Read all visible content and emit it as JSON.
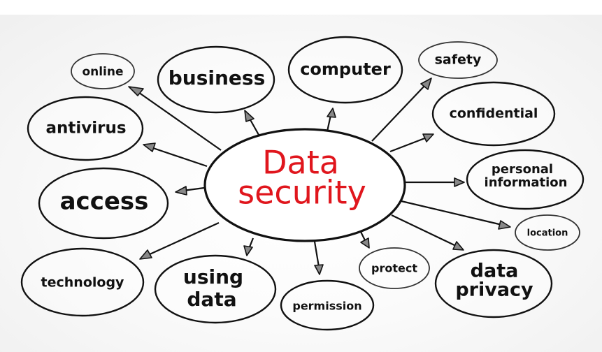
{
  "diagram": {
    "type": "mind-map",
    "colors": {
      "center_text": "#e0161d",
      "node_text": "#111111",
      "outline": "#111111",
      "background": "#f4f4f4"
    },
    "center": {
      "line1": "Data",
      "line2": "security"
    },
    "nodes": {
      "online": {
        "label": "online"
      },
      "business": {
        "label": "business"
      },
      "computer": {
        "label": "computer"
      },
      "safety": {
        "label": "safety"
      },
      "antivirus": {
        "label": "antivirus"
      },
      "confidential": {
        "label": "confidential"
      },
      "access": {
        "label": "access"
      },
      "personal_information": {
        "line1": "personal",
        "line2": "information"
      },
      "location": {
        "label": "location"
      },
      "technology": {
        "label": "technology"
      },
      "using_data": {
        "line1": "using",
        "line2": "data"
      },
      "permission": {
        "label": "permission"
      },
      "protect": {
        "label": "protect"
      },
      "data_privacy": {
        "line1": "data",
        "line2": "privacy"
      }
    },
    "edges": [
      {
        "from": "center",
        "to": "online"
      },
      {
        "from": "center",
        "to": "business"
      },
      {
        "from": "center",
        "to": "computer"
      },
      {
        "from": "center",
        "to": "safety"
      },
      {
        "from": "center",
        "to": "antivirus"
      },
      {
        "from": "center",
        "to": "confidential"
      },
      {
        "from": "center",
        "to": "access"
      },
      {
        "from": "center",
        "to": "personal_information"
      },
      {
        "from": "center",
        "to": "location"
      },
      {
        "from": "center",
        "to": "technology"
      },
      {
        "from": "center",
        "to": "using_data"
      },
      {
        "from": "center",
        "to": "permission"
      },
      {
        "from": "center",
        "to": "protect"
      },
      {
        "from": "center",
        "to": "data_privacy"
      }
    ]
  }
}
